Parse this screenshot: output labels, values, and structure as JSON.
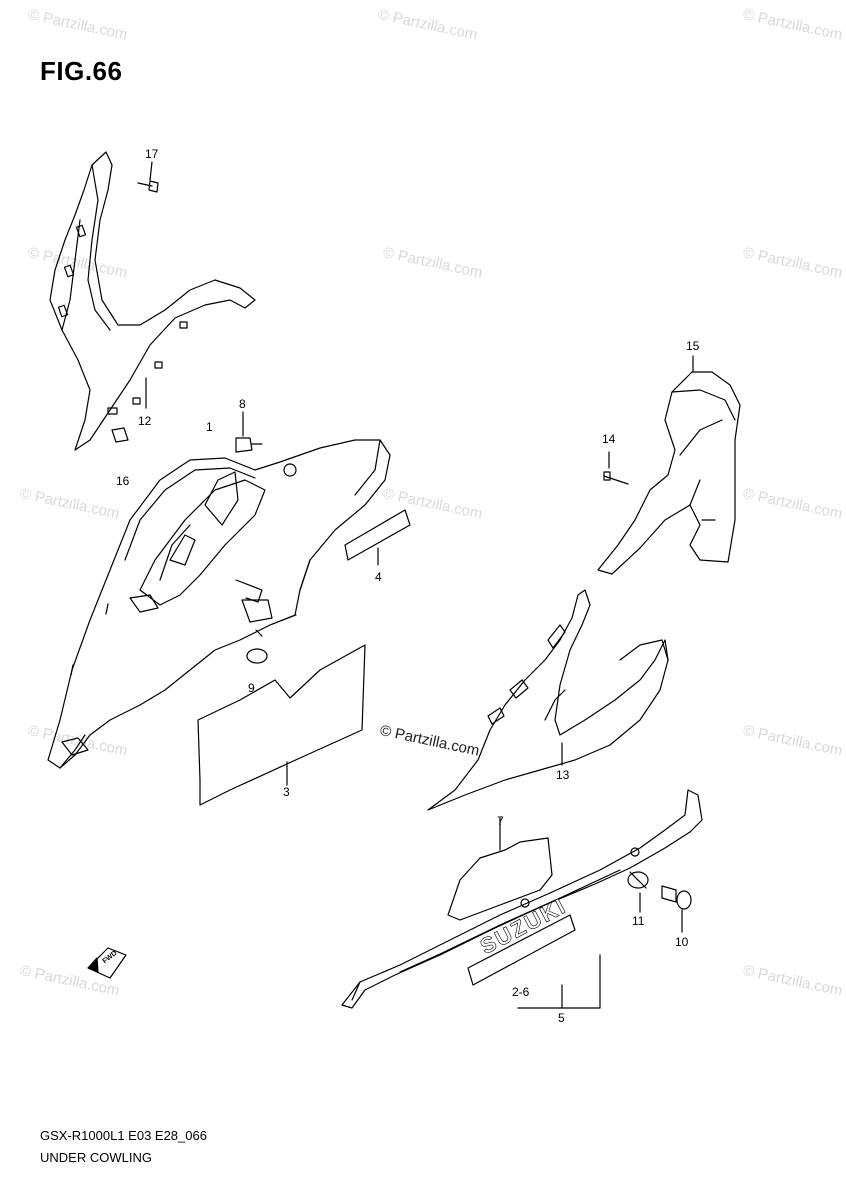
{
  "figure": {
    "title": "FIG.66",
    "model_code": "GSX-R1000L1 E03 E28_066",
    "section_title": "UNDER COWLING"
  },
  "callouts": {
    "c17": "17",
    "c12": "12",
    "c16": "16",
    "c1": "1",
    "c8": "8",
    "c4": "4",
    "c9": "9",
    "c3": "3",
    "c15": "15",
    "c14": "14",
    "c13": "13",
    "c7": "7",
    "c11": "11",
    "c10": "10",
    "c2_6": "2-6",
    "c5": "5"
  },
  "decal_text": "SUZUKI",
  "front_arrow_label": "FWD",
  "watermark": "© Partzilla.com",
  "colors": {
    "line": "#000000",
    "watermark": "#d9d9d9"
  }
}
